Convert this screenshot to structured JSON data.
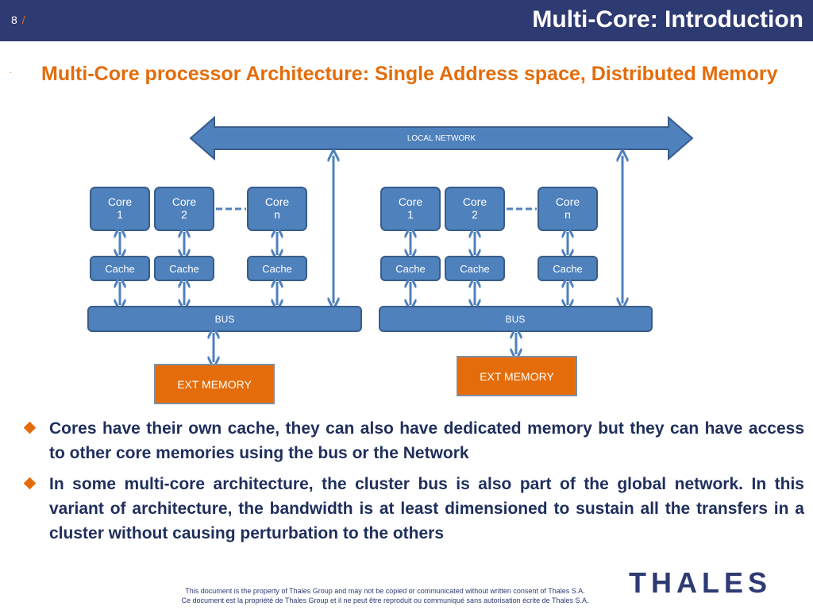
{
  "header": {
    "page_number": "8",
    "slash": "/",
    "title": "Multi-Core: Introduction"
  },
  "subtitle": {
    "bullet": "·",
    "text": "Multi-Core processor Architecture: Single Address space, Distributed Memory"
  },
  "diagram": {
    "network_label": "LOCAL NETWORK",
    "clusters": [
      {
        "cores": [
          {
            "line1": "Core",
            "line2": "1"
          },
          {
            "line1": "Core",
            "line2": "2"
          },
          {
            "line1": "Core",
            "line2": "n"
          }
        ],
        "cache_label": "Cache",
        "bus_label": "BUS",
        "memory_label": "EXT MEMORY"
      },
      {
        "cores": [
          {
            "line1": "Core",
            "line2": "1"
          },
          {
            "line1": "Core",
            "line2": "2"
          },
          {
            "line1": "Core",
            "line2": "n"
          }
        ],
        "cache_label": "Cache",
        "bus_label": "BUS",
        "memory_label": "EXT MEMORY"
      }
    ],
    "colors": {
      "box_fill": "#4f81bd",
      "box_stroke": "#385d8a",
      "memory_fill": "#e46c0a",
      "memory_stroke": "#7f8fa6"
    }
  },
  "bullets": [
    "Cores have their own cache, they can also have dedicated memory but they can have access to other core memories using the bus or the Network",
    "In some multi-core architecture, the cluster bus is also part of the global network. In this variant of architecture, the bandwidth is at least dimensioned to sustain all the transfers in a cluster without causing perturbation to the others"
  ],
  "footer": {
    "line1": "This document is the property of Thales Group and may not be copied or communicated without written consent of Thales S.A.",
    "line2": "Ce document est la propriété de Thales Group et il ne peut être reproduit ou communiqué sans autorisation écrite de Thales S.A."
  },
  "logo": {
    "text": "THALES"
  }
}
